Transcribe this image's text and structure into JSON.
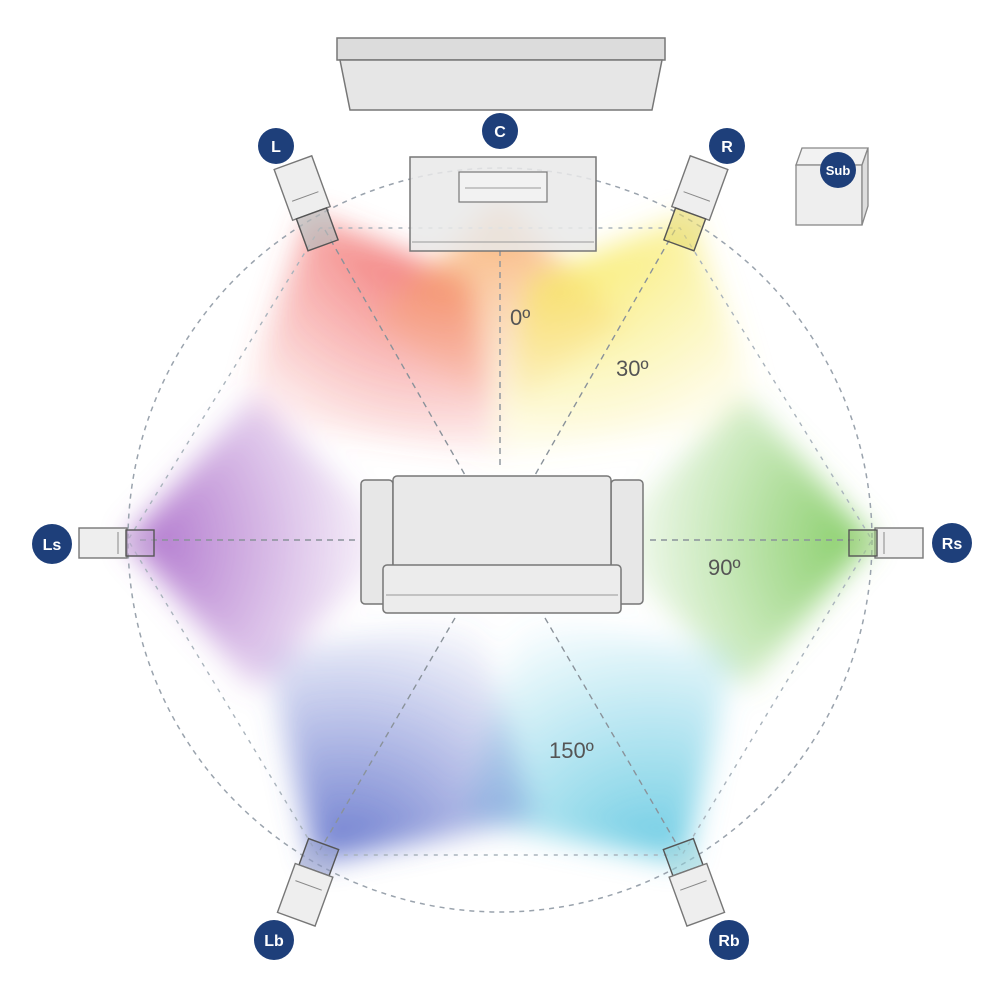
{
  "speakers": {
    "center": "C",
    "left": "L",
    "right": "R",
    "left_surround": "Ls",
    "right_surround": "Rs",
    "left_back": "Lb",
    "right_back": "Rb",
    "subwoofer": "Sub"
  },
  "angles": {
    "front": "0º",
    "front_side": "30º",
    "side": "90º",
    "back": "150º"
  },
  "colors": {
    "badge": "#1e3f7a",
    "left": "#f26a6a",
    "center": "#f5a05a",
    "right": "#f5e85a",
    "right_surround": "#8fd46a",
    "right_back": "#6ad4e8",
    "left_back": "#6a7ad4",
    "left_surround": "#b87ad4"
  }
}
